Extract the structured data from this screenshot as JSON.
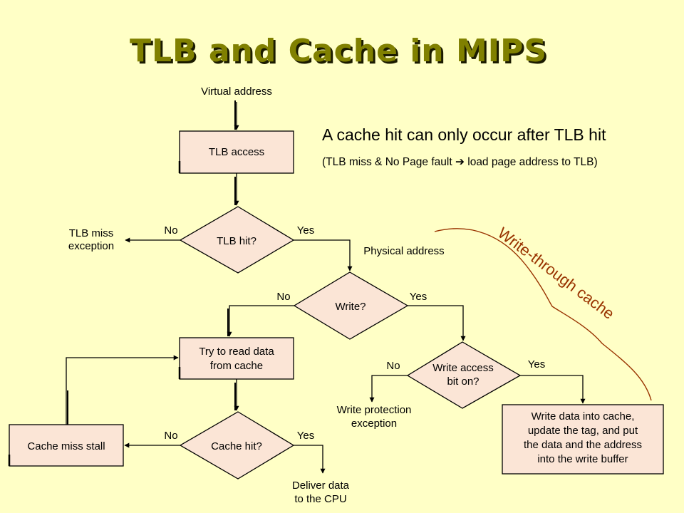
{
  "title": "TLB and Cache in MIPS",
  "note": {
    "main": "A cache hit can only occur after TLB hit",
    "sub_before": "(TLB miss & No Page fault",
    "sub_arrow": "➔",
    "sub_after": "load page address to TLB)"
  },
  "brace_label": "Write-through cache",
  "labels": {
    "virtual_address": "Virtual address",
    "physical_address": "Physical  address",
    "tlb_miss": [
      "TLB miss",
      "exception"
    ],
    "write_protection": [
      "Write protection",
      "exception"
    ],
    "deliver_data": [
      "Deliver data",
      "to the CPU"
    ]
  },
  "boxes": {
    "tlb_access": [
      "TLB access"
    ],
    "try_read": [
      "Try to read data",
      "from cache"
    ],
    "cache_miss_stall": [
      "Cache miss stall"
    ],
    "write_data": [
      "Write data into cache,",
      "update the tag, and put",
      "the data and the address",
      "into the write buffer"
    ]
  },
  "decisions": {
    "tlb_hit": [
      "TLB hit?"
    ],
    "write": [
      "Write?"
    ],
    "write_access": [
      "Write access",
      "bit on?"
    ],
    "cache_hit": [
      "Cache hit?"
    ]
  },
  "branches": {
    "yes": "Yes",
    "no": "No"
  },
  "colors": {
    "box_fill": "#FBE5D6",
    "accent": "#993300",
    "title": "#808000"
  }
}
